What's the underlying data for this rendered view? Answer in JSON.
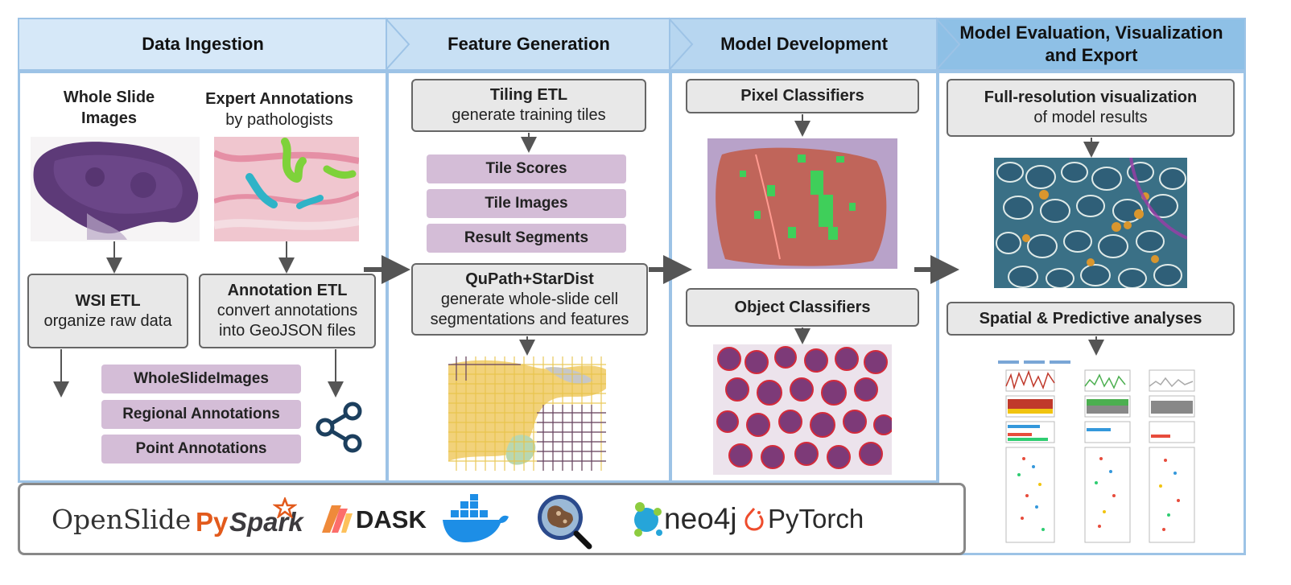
{
  "stages": {
    "ingestion": "Data Ingestion",
    "features": "Feature Generation",
    "model_dev": "Model Development",
    "evaluation": "Model Evaluation, Visualization and Export"
  },
  "ingestion": {
    "wsi_label": "Whole Slide Images",
    "expert_title": "Expert Annotations",
    "expert_sub": "by pathologists",
    "wsi_etl_title": "WSI ETL",
    "wsi_etl_sub": "organize raw data",
    "ann_etl_title": "Annotation ETL",
    "ann_etl_sub": "convert annotations into GeoJSON files",
    "outputs": [
      "WholeSlideImages",
      "Regional Annotations",
      "Point Annotations"
    ]
  },
  "features": {
    "tiling_title": "Tiling ETL",
    "tiling_sub": "generate training tiles",
    "outputs": [
      "Tile Scores",
      "Tile Images",
      "Result Segments"
    ],
    "qupath_title": "QuPath+StarDist",
    "qupath_sub": "generate whole-slide cell segmentations and features"
  },
  "model_dev": {
    "pixel": "Pixel Classifiers",
    "object": "Object Classifiers"
  },
  "evaluation": {
    "viz_title": "Full-resolution visualization",
    "viz_sub": "of model results",
    "spatial": "Spatial & Predictive analyses"
  },
  "tools": {
    "openslide": "OpenSlide",
    "pyspark_py": "Py",
    "pyspark_spark": "Spark",
    "dask": "DASK",
    "neo4j": "neo4j",
    "pytorch": "PyTorch"
  },
  "colors": {
    "header_border": "#9dc3e6",
    "purple_box": "#d4bdd7",
    "gray_box": "#e8e8e8",
    "arrow": "#555555"
  },
  "icons": [
    "share-icon",
    "docker-icon",
    "qupath-icon",
    "pyspark-star-icon",
    "dask-icon",
    "neo4j-icon",
    "pytorch-icon"
  ]
}
